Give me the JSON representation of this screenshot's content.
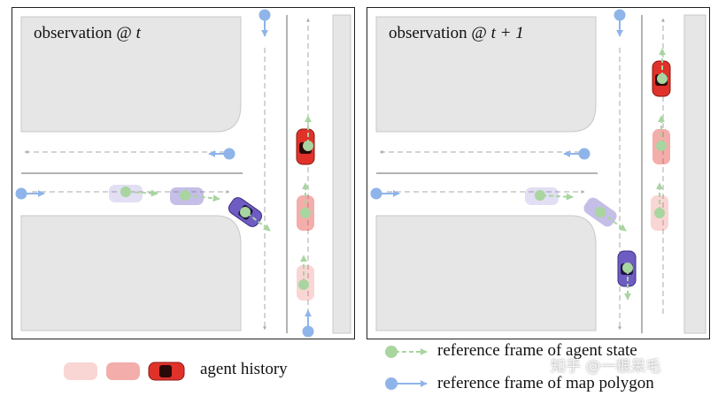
{
  "panels": {
    "left": {
      "title_prefix": "observation @",
      "title_time": "t"
    },
    "right": {
      "title_prefix": "observation @",
      "title_time": "t + 1"
    }
  },
  "legend": {
    "agent_history_label": "agent history",
    "agent_state_frame_label": "reference frame of agent state",
    "map_polygon_frame_label": "reference frame of map polygon"
  },
  "watermark": "知乎 @一根呆毛",
  "colors": {
    "agent_state_green": "#a8d5a0",
    "map_polygon_blue": "#8fb4ea",
    "red_car": "#e0322a",
    "purple_car": "#6f5cc2",
    "road_gray": "#e6e6e6",
    "lane_arrow_gray": "#aaaaaa"
  }
}
